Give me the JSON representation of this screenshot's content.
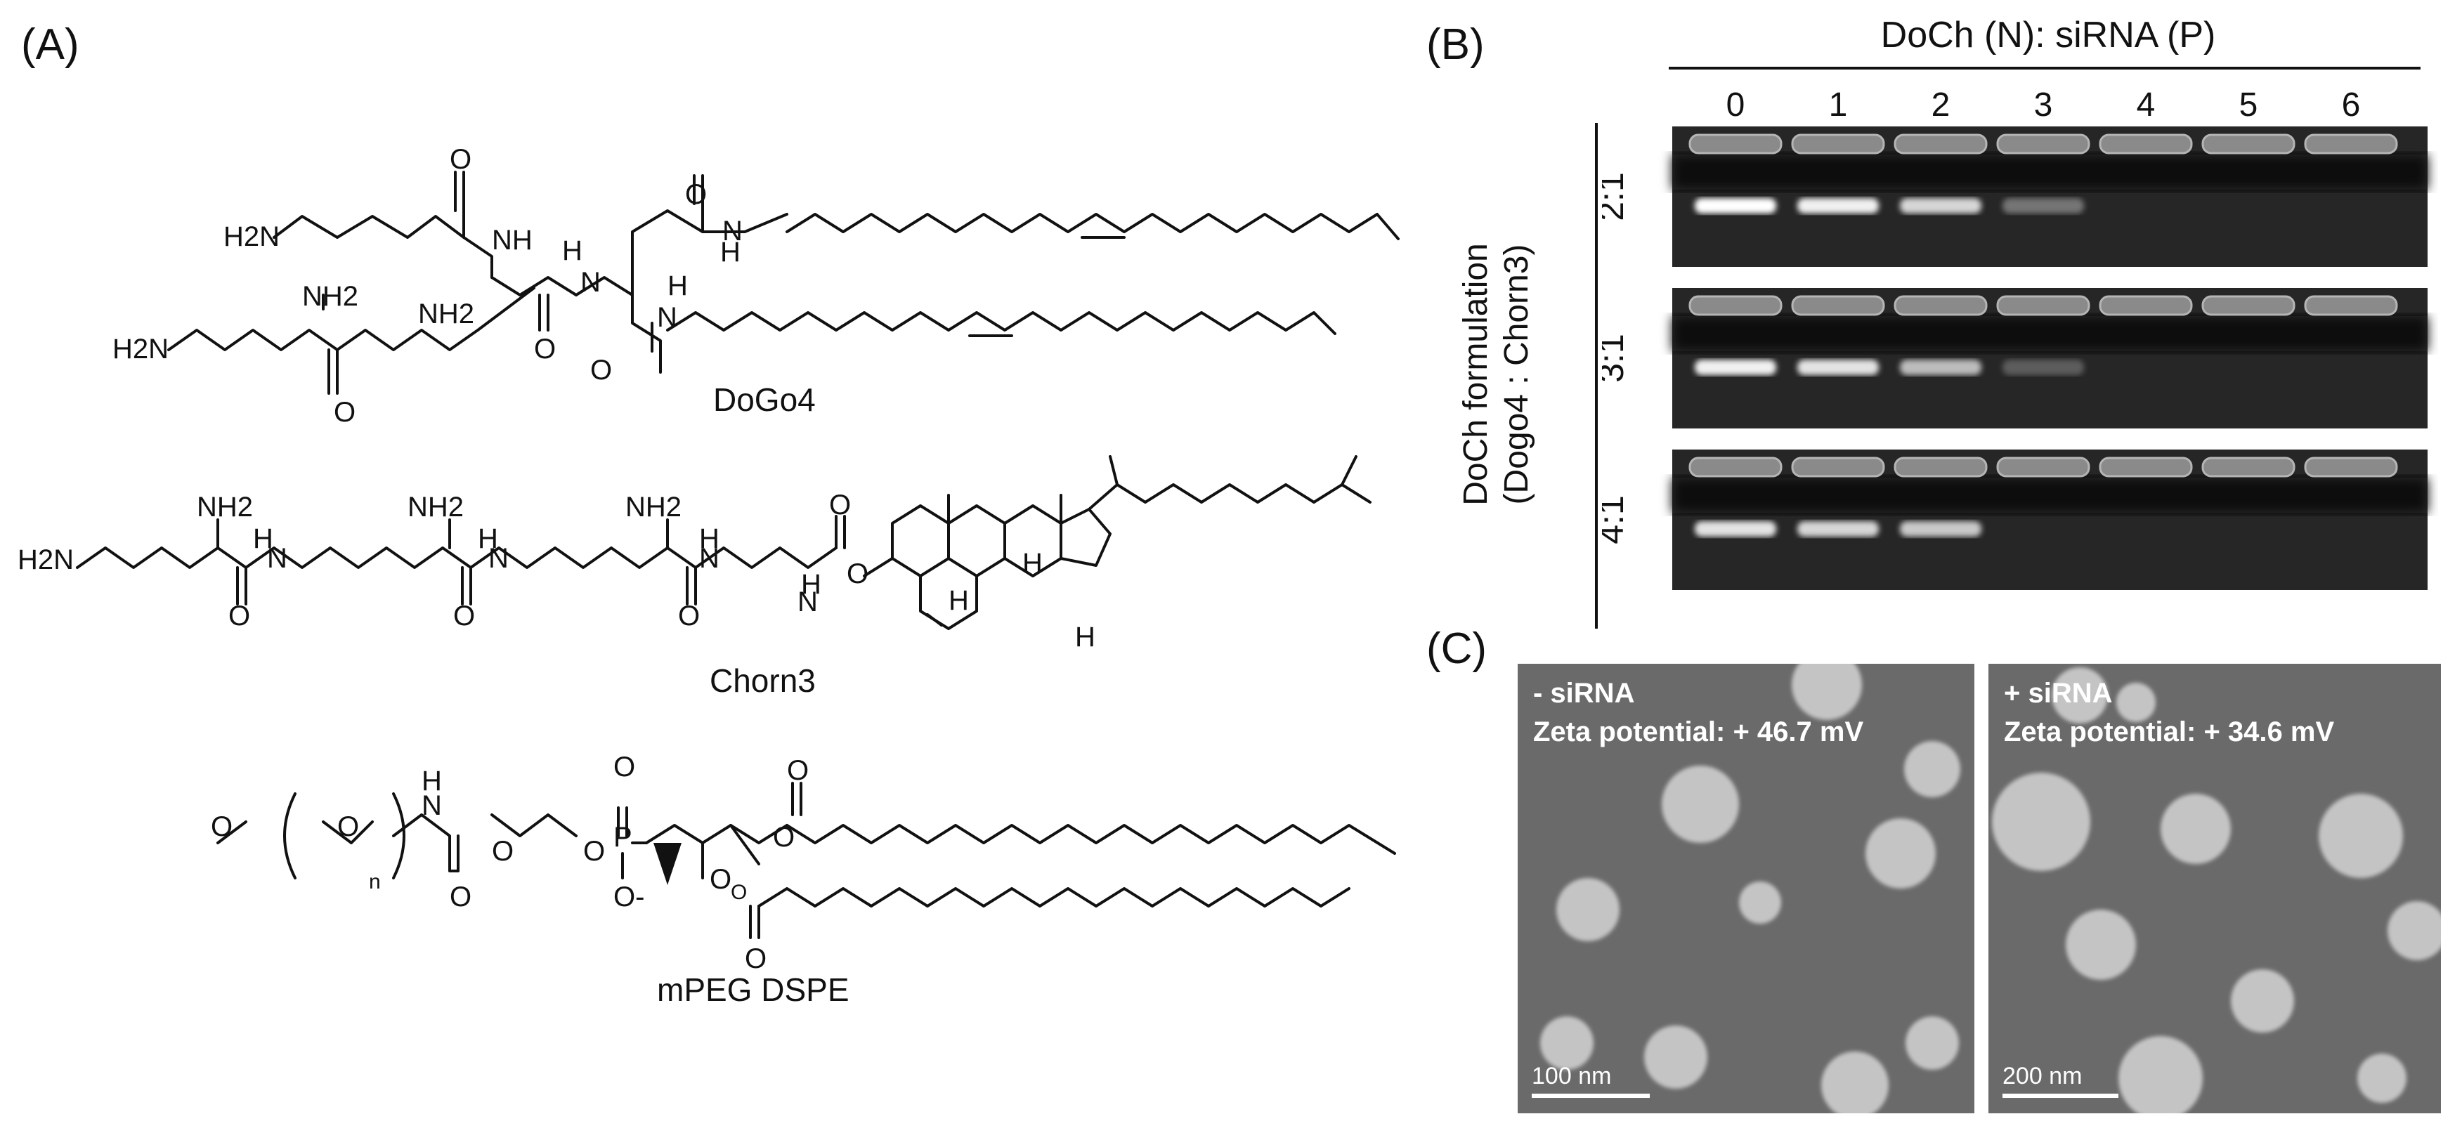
{
  "panels": {
    "a": "(A)",
    "b": "(B)",
    "c": "(C)"
  },
  "structures": {
    "dogo4": {
      "name": "DoGo4",
      "labels": [
        "H2N",
        "NH2",
        "H2N",
        "NH2",
        "NH",
        "H",
        "N",
        "H",
        "N",
        "N",
        "H",
        "O",
        "O",
        "O",
        "O",
        "O"
      ]
    },
    "chorn3": {
      "name": "Chorn3",
      "labels": [
        "H2N",
        "NH2",
        "NH2",
        "NH2",
        "H",
        "N",
        "H",
        "N",
        "H",
        "N",
        "H",
        "N",
        "O",
        "O",
        "O",
        "O",
        "O",
        "H",
        "H",
        "H"
      ]
    },
    "mpeg": {
      "name": "mPEG DSPE",
      "labels": [
        "O",
        "O",
        "n",
        "H",
        "N",
        "O",
        "O",
        "P",
        "O",
        "O",
        "O-",
        "O",
        "O",
        "O",
        "O",
        "O"
      ]
    }
  },
  "gel": {
    "header": "DoCh (N): siRNA (P)",
    "ratios": [
      "0",
      "1",
      "2",
      "3",
      "4",
      "5",
      "6"
    ],
    "row_axis_label": [
      "DoCh formulation",
      "(Dogo4 : Chorn3)"
    ],
    "rows": [
      {
        "label": "2:1",
        "band_intensity": [
          1.0,
          0.95,
          0.85,
          0.4,
          0,
          0,
          0
        ]
      },
      {
        "label": "3:1",
        "band_intensity": [
          0.95,
          0.9,
          0.75,
          0.25,
          0,
          0,
          0
        ]
      },
      {
        "label": "4:1",
        "band_intensity": [
          0.9,
          0.85,
          0.8,
          0,
          0,
          0,
          0
        ]
      }
    ]
  },
  "tem": [
    {
      "title": "- siRNA",
      "zeta": "Zeta potential: + 46.7 mV",
      "scale": "100 nm"
    },
    {
      "title": "+ siRNA",
      "zeta": "Zeta potential: + 34.6 mV",
      "scale": "200 nm"
    }
  ]
}
